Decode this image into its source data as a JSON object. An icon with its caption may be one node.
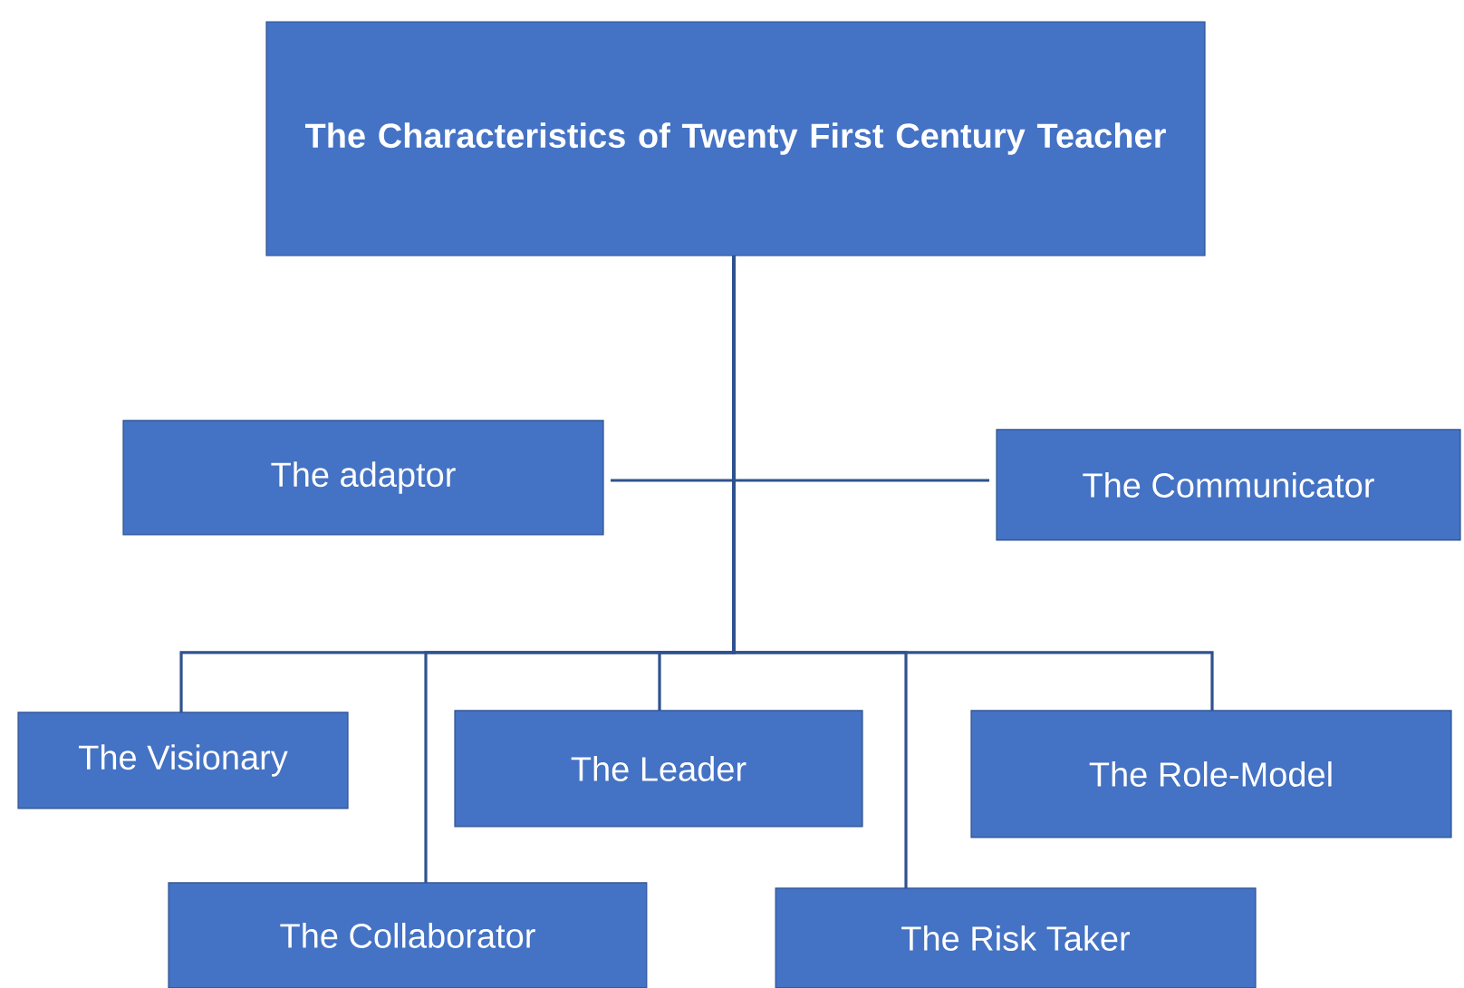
{
  "diagram": {
    "nodes": [
      {
        "text": [
          "The Characteristics of Twenty First Century Teacher"
        ]
      },
      {
        "text": [
          "The adaptor"
        ]
      },
      {
        "text": [
          "The Communicator"
        ]
      },
      {
        "text": [
          "The Visionary"
        ]
      },
      {
        "text": [
          "The Leader"
        ]
      },
      {
        "text": [
          "The Role-Model"
        ]
      },
      {
        "text": [
          "The Collaborator"
        ]
      },
      {
        "text": [
          "The Risk Taker"
        ]
      }
    ],
    "edges": [
      {
        "from": 0,
        "to": 1,
        "arrow": "none"
      },
      {
        "from": 0,
        "to": 2,
        "arrow": "none"
      },
      {
        "from": 0,
        "to": 3,
        "arrow": "none"
      },
      {
        "from": 0,
        "to": 6,
        "arrow": "none"
      },
      {
        "from": 0,
        "to": 4,
        "arrow": "none"
      },
      {
        "from": 0,
        "to": 7,
        "arrow": "none"
      },
      {
        "from": 0,
        "to": 5,
        "arrow": "none"
      }
    ]
  }
}
